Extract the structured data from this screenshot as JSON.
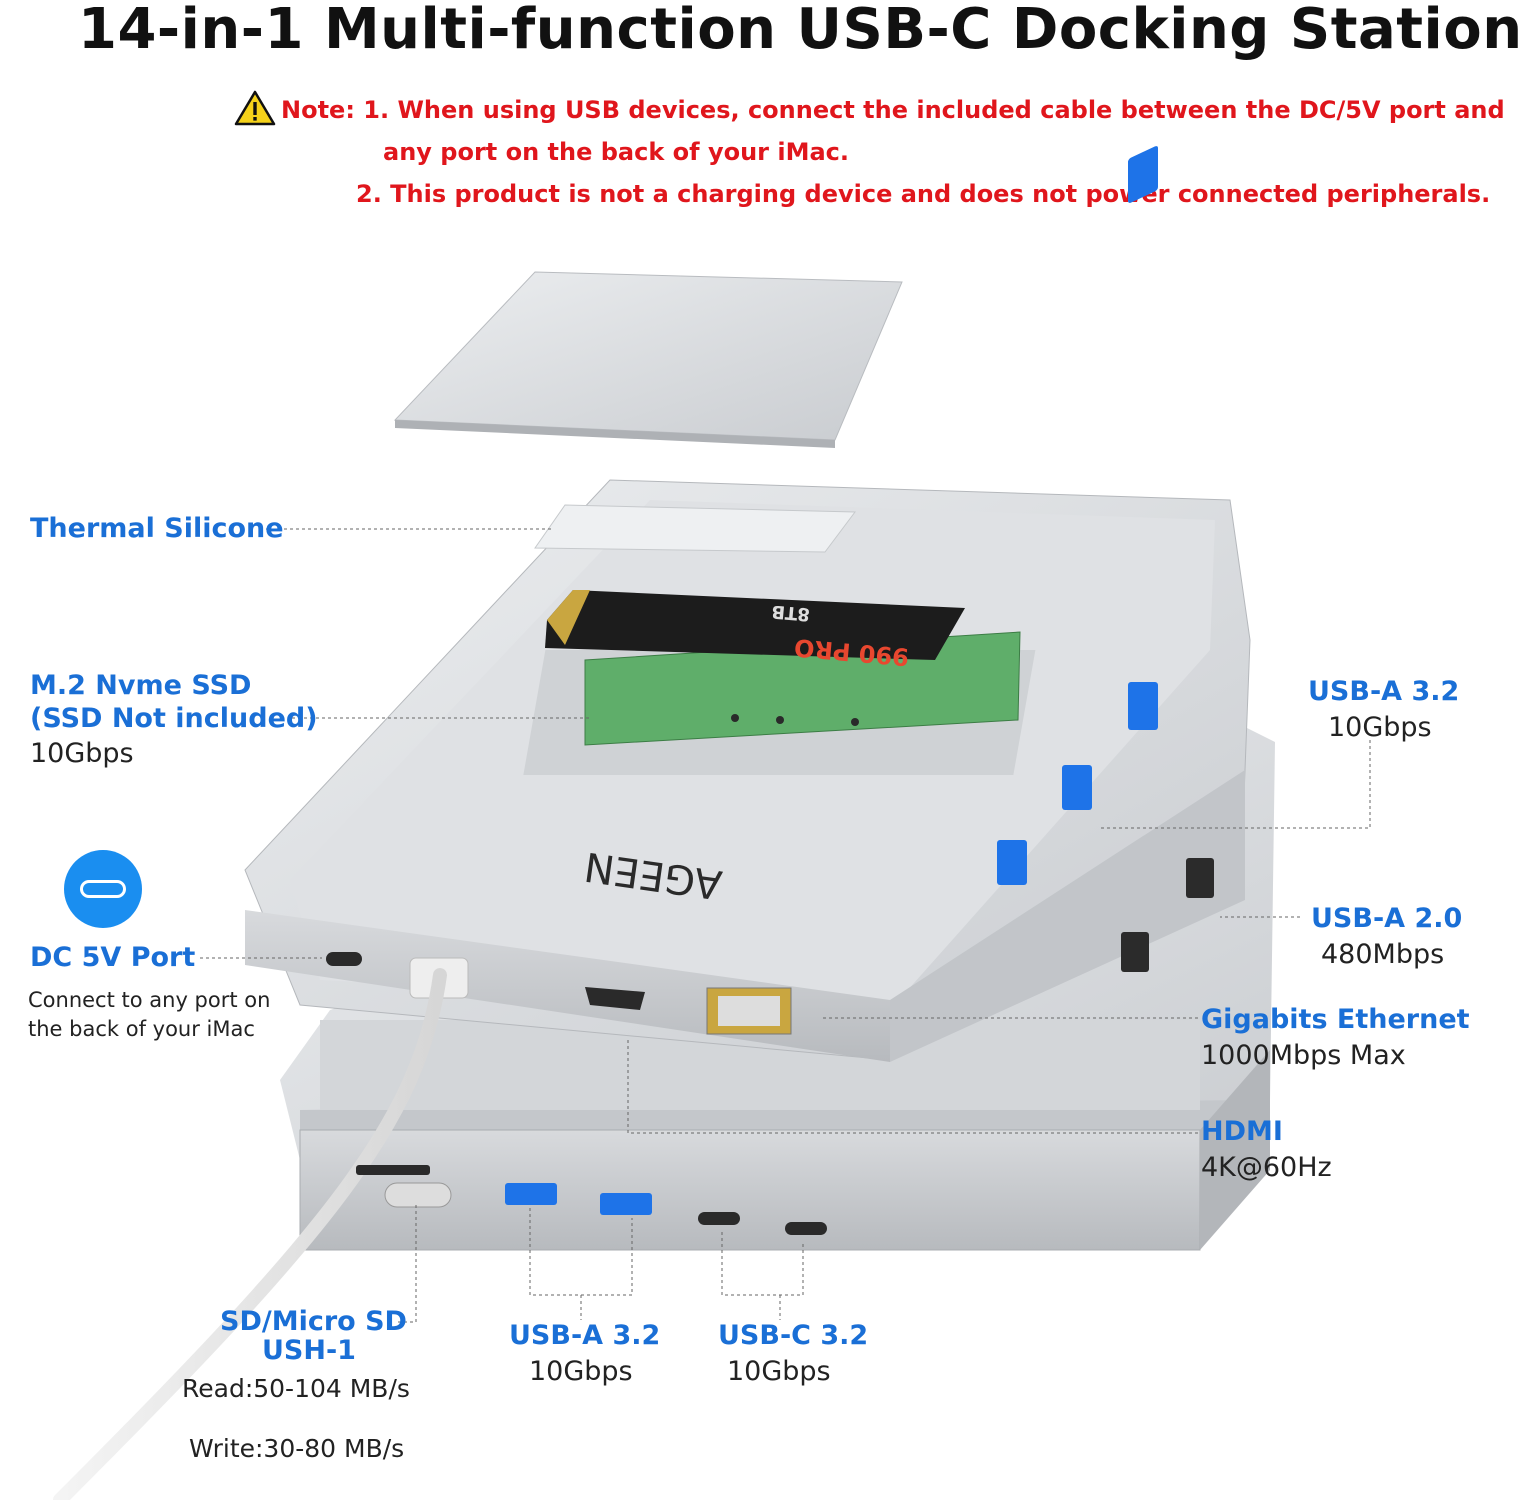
{
  "title": "14-in-1 Multi-function USB-C Docking Station",
  "notes": {
    "line1": "Note: 1. When using USB devices, connect the included cable between the DC/5V port and",
    "line2": "any port on the back of your iMac.",
    "line3": "2. This product is not a charging device and does not power connected peripherals."
  },
  "brand": "AGEEN",
  "ssd_label": {
    "brand": "990 PRO",
    "capacity": "8TB",
    "type": "SSD"
  },
  "labels": {
    "thermal": "Thermal Silicone",
    "m2_title": "M.2 Nvme SSD",
    "m2_note": "(SSD Not included)",
    "m2_speed": "10Gbps",
    "dc_title": "DC 5V Port",
    "dc_desc1": "Connect to any port on",
    "dc_desc2": "the back of your iMac",
    "usba32_right_title": "USB-A 3.2",
    "usba32_right_speed": "10Gbps",
    "usba20_title": "USB-A 2.0",
    "usba20_speed": "480Mbps",
    "eth_title": "Gigabits Ethernet",
    "eth_speed": "1000Mbps Max",
    "hdmi_title": "HDMI",
    "hdmi_speed": "4K@60Hz",
    "sd_title1": "SD/Micro SD",
    "sd_title2": "USH-1",
    "sd_read": "Read:50-104 MB/s",
    "sd_write": "Write:30-80 MB/s",
    "usba32_bottom_title": "USB-A 3.2",
    "usba32_bottom_speed": "10Gbps",
    "usbc32_title": "USB-C 3.2",
    "usbc32_speed": "10Gbps"
  },
  "colors": {
    "accent": "#1a6fd6",
    "note": "#e0161c",
    "port_blue": "#1e73e8"
  }
}
